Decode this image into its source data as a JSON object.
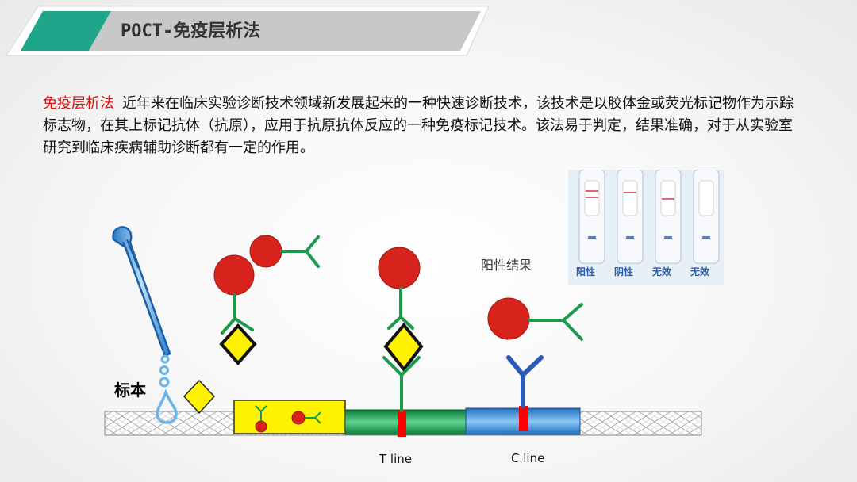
{
  "header": {
    "title": "POCT-免疫层析法"
  },
  "intro": {
    "term": "免疫层析法",
    "text": "近年来在临床实验诊断技术领域新发展起来的一种快速诊断技术，该技术是以胶体金或荧光标记物作为示踪标志物，在其上标记抗体（抗原），应用于抗原抗体反应的一种免疫标记技术。该法易于判定，结果准确，对于从实验室研究到临床疾病辅助诊断都有一定的作用。"
  },
  "diagram": {
    "sample_label": "标本",
    "positive_label": "阳性结果",
    "t_line_label": "T line",
    "c_line_label": "C line",
    "photo_captions": [
      "阳性",
      "阴性",
      "无效",
      "无效"
    ]
  },
  "colors": {
    "red": "#d8231c",
    "green": "#1a9a4a",
    "yellow": "#ffee00",
    "blue": "#2a7cc8",
    "teal": "#1fa58a"
  }
}
